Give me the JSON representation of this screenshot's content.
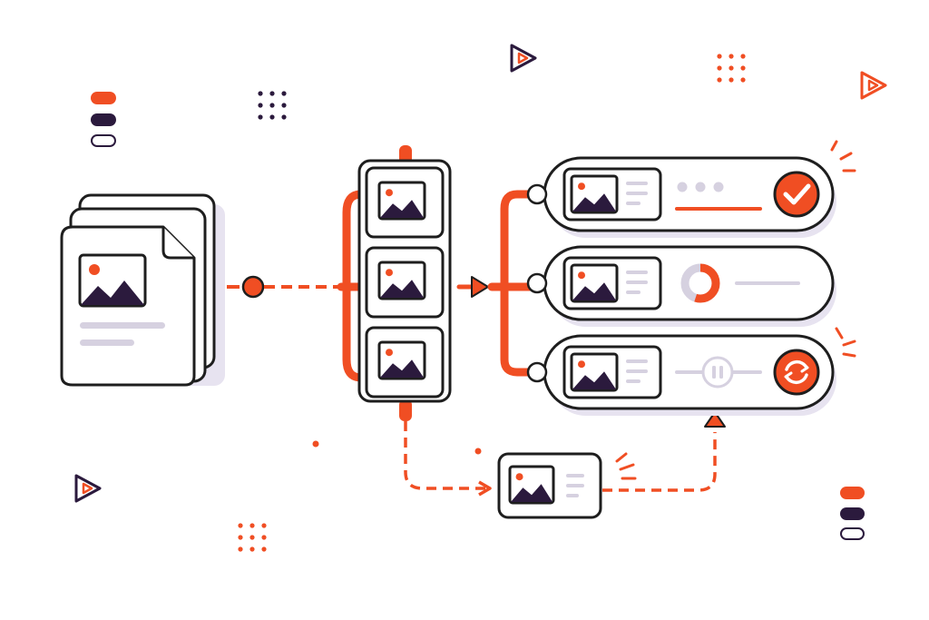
{
  "colors": {
    "accent": "#f04e23",
    "ink": "#2b1a3d",
    "outline": "#1e1e1e",
    "card_fill": "#ffffff",
    "shadow": "#e7e3f0",
    "muted": "#d6d1e0",
    "background": "#ffffff"
  },
  "icons": {
    "source": "image-document-stack-icon",
    "thumbnail": "image-thumbnail-icon",
    "done": "checkmark-circle-icon",
    "progress": "progress-ring-icon",
    "paused": "pause-icon",
    "retry": "refresh-circle-icon",
    "forward": "arrow-right-icon",
    "return": "arrow-up-icon",
    "deco_play": "play-triangle-icon",
    "deco_dots": "dot-grid-icon"
  },
  "pipeline": {
    "source_documents": 3,
    "queue_items": 3,
    "processing_rows": [
      {
        "state": "complete",
        "status_icon": "checkmark-circle-icon"
      },
      {
        "state": "in-progress",
        "status_icon": "progress-ring-icon",
        "progress": 0.55
      },
      {
        "state": "paused",
        "status_icon": "refresh-circle-icon"
      }
    ],
    "retry_item_icon": "image-thumbnail-icon"
  }
}
